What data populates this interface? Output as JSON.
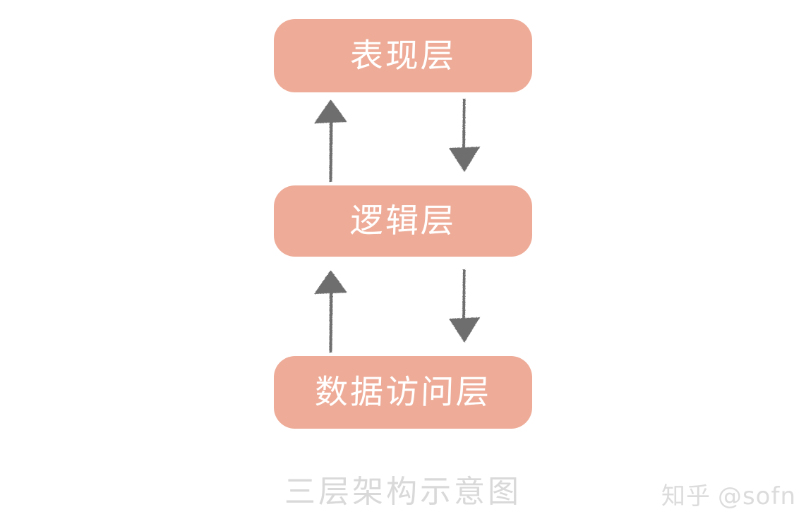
{
  "diagram": {
    "title_caption": "三层架构示意图",
    "background_color": "#ffffff",
    "box_color": "#eeac98",
    "box_text_color": "#ffffff",
    "arrow_color": "#6e6e6e",
    "caption_color": "#d9d9d9",
    "layers": [
      {
        "id": "presentation",
        "label": "表现层"
      },
      {
        "id": "logic",
        "label": "逻辑层"
      },
      {
        "id": "data-access",
        "label": "数据访问层"
      }
    ],
    "connections": [
      {
        "id": "logic-to-presentation",
        "direction": "up",
        "from": "逻辑层",
        "to": "表现层"
      },
      {
        "id": "presentation-to-logic",
        "direction": "down",
        "from": "表现层",
        "to": "逻辑层"
      },
      {
        "id": "data-to-logic",
        "direction": "up",
        "from": "数据访问层",
        "to": "逻辑层"
      },
      {
        "id": "logic-to-data",
        "direction": "down",
        "from": "逻辑层",
        "to": "数据访问层"
      }
    ]
  },
  "watermark": {
    "brand": "知乎",
    "user": "@sofn"
  }
}
